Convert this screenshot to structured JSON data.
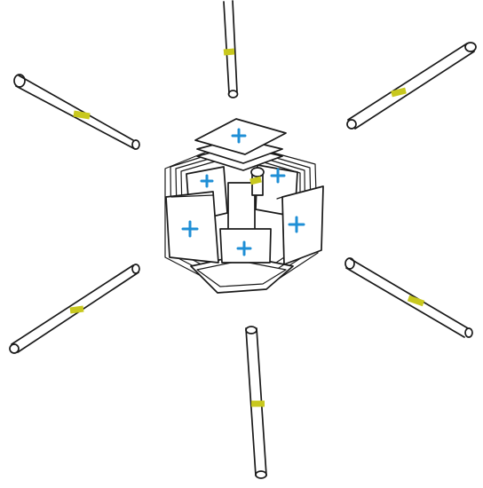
{
  "colors": {
    "ink": "#1a1a1a",
    "plus_marker": "#1f8fd6",
    "rod_band": "#c8c81e",
    "background": "#ffffff"
  },
  "figure": {
    "description_free": true,
    "rods": [
      {
        "id": "top"
      },
      {
        "id": "upper-right"
      },
      {
        "id": "lower-right"
      },
      {
        "id": "bottom"
      },
      {
        "id": "lower-left"
      },
      {
        "id": "upper-left"
      }
    ],
    "cube_markers": [
      "plus-top",
      "plus-inner-left",
      "plus-inner-right",
      "plus-left-face",
      "plus-right-face",
      "plus-bottom-inner"
    ]
  }
}
